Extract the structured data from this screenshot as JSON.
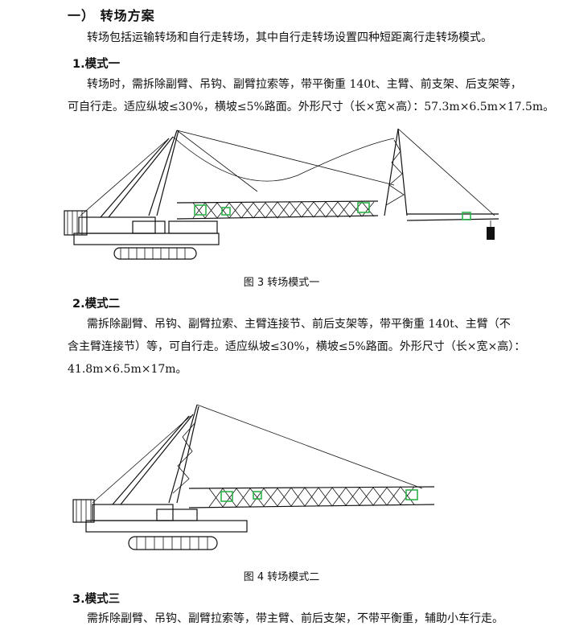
{
  "section_title": "一） 转场方案",
  "intro": "转场包括运输转场和自行走转场，其中自行走转场设置四种短距离行走转场模式。",
  "modes": [
    {
      "heading": "1.模式一",
      "lines": [
        "转场时，需拆除副臂、吊钩、副臂拉索等，带平衡重 140t、主臂、前支架、后支架等，",
        "可自行走。适应纵坡≤30%，横坡≤5%路面。外形尺寸（长×宽×高）：57.3m×6.5m×17.5m。"
      ],
      "figure_caption": "图 3 转场模式一"
    },
    {
      "heading": "2.模式二",
      "lines": [
        "需拆除副臂、吊钩、副臂拉索、主臂连接节、前后支架等，带平衡重 140t、主臂（不",
        "含主臂连接节）等，可自行走。适应纵坡≤30%，横坡≤5%路面。外形尺寸（长×宽×高）：",
        "41.8m×6.5m×17m。"
      ],
      "figure_caption": "图 4 转场模式二"
    },
    {
      "heading": "3.模式三",
      "lines": [
        "需拆除副臂、吊钩、副臂拉索等，带主臂、前后支架，不带平衡重，辅助小车行走。"
      ]
    }
  ],
  "colors": {
    "text": "#111111",
    "marker": "#2db34a"
  }
}
